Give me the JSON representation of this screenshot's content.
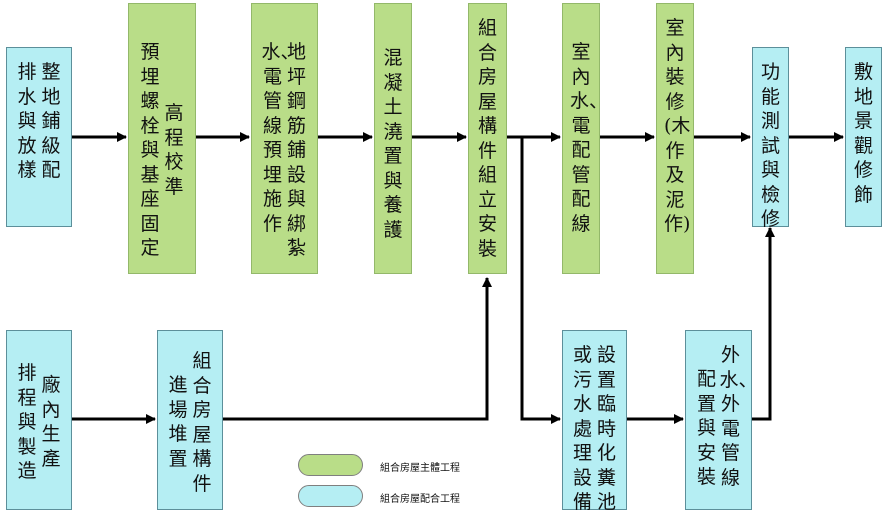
{
  "colors": {
    "main_process": "#b9dd88",
    "support_process": "#b5eef3",
    "arrow": "#000000"
  },
  "boxes": {
    "site_prep": {
      "lines": [
        "整地鋪級配",
        "排水與放樣"
      ]
    },
    "level_calib": {
      "lines": [
        "高程校準",
        "預埋螺栓與基座固定"
      ]
    },
    "floor_rebar": {
      "lines": [
        "地坪鋼筋鋪設與綁紮",
        "水、電管線預埋施作"
      ]
    },
    "concrete": {
      "lines": [
        "混凝土澆置與養護"
      ]
    },
    "assembly": {
      "lines": [
        "組合房屋構件組立安裝"
      ]
    },
    "indoor_utility": {
      "lines": [
        "室內水、電配管配線"
      ]
    },
    "interior": {
      "lines": [
        "室內裝修(木作及泥作)"
      ]
    },
    "testing": {
      "lines": [
        "功能測試與檢修"
      ]
    },
    "landscape": {
      "lines": [
        "敷地景觀修飾"
      ]
    },
    "factory": {
      "lines": [
        "廠內生產",
        "排程與製造"
      ]
    },
    "delivery": {
      "lines": [
        "組合房屋構件",
        "進場堆置"
      ]
    },
    "temp_septic": {
      "lines": [
        "設置臨時化糞池",
        "或污水處理設備"
      ]
    },
    "outdoor_utility": {
      "lines": [
        "外水、外電管線",
        "配置與安裝"
      ]
    }
  },
  "legend": {
    "main": "組合房屋主體工程",
    "support": "組合房屋配合工程"
  }
}
